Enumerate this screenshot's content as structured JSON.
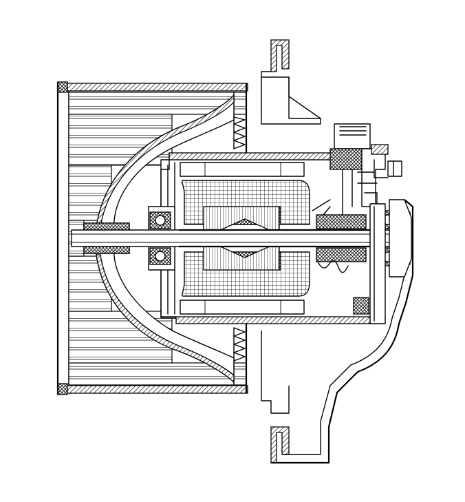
{
  "figure": {
    "colors": {
      "line": "#000000",
      "background": "#ffffff"
    },
    "parts": [
      "blower-wheel",
      "blower-hub",
      "motor-housing",
      "mounting-flange",
      "stator-winding",
      "rotor-core",
      "motor-shaft",
      "bearing-front",
      "bearing-rear",
      "commutator",
      "brush-holder",
      "connector-terminal",
      "volute-bracket"
    ]
  }
}
